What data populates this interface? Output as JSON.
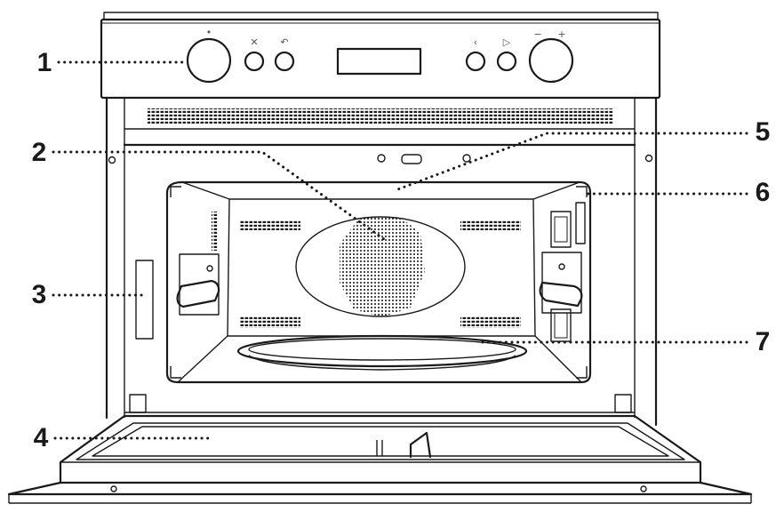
{
  "callouts": [
    "1",
    "2",
    "3",
    "4",
    "5",
    "6",
    "7"
  ],
  "panel_symbols": {
    "left_dial": "•",
    "stop": "✕",
    "back": "↶",
    "prev": "‹",
    "start": "▷",
    "minus": "−",
    "plus": "+"
  },
  "icons": [
    "knob-icon",
    "button-icon",
    "display-icon",
    "fan-grille-icon",
    "turntable-icon",
    "door-icon"
  ],
  "colors": {
    "line": "#1a1a1a",
    "background": "#ffffff"
  }
}
